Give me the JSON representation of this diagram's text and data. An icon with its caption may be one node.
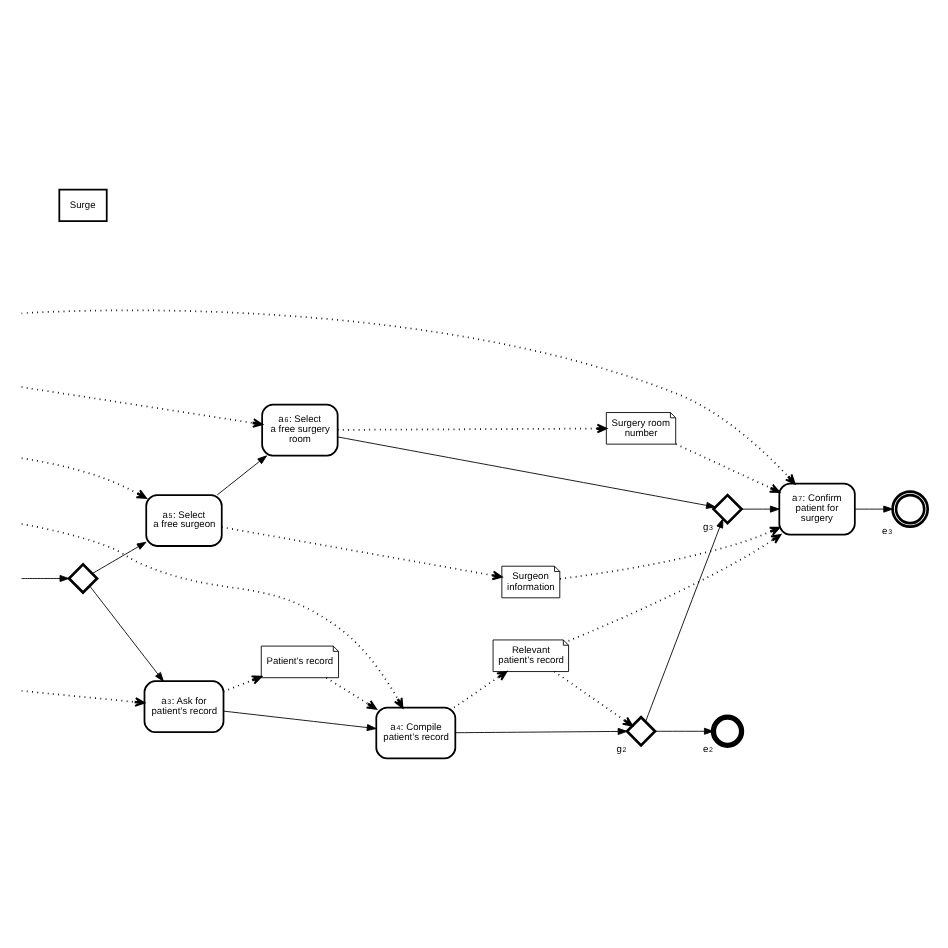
{
  "diagram": {
    "nodes": [
      {
        "text": [
          "Patient’s record"
        ]
      },
      {
        "text": [
          "Relevant patient’s record"
        ]
      },
      {
        "text": [
          "a$_{3}$: Ask for patient’s record"
        ]
      },
      {
        "text": [
          "a$_{4}$: Compile patient’s record"
        ]
      },
      {
        "text": [],
        "shape": "diamond"
      },
      {
        "text": [],
        "shape": "diamond",
        "beside": [
          "g$_{2}$"
        ]
      },
      {
        "text": [],
        "shape": "circle",
        "beside": [
          "e$_{2}$"
        ]
      },
      {
        "text": [],
        "shape": "diamond",
        "beside": [
          "g$_{3}$"
        ]
      },
      {
        "text": [
          "a$_{5}$: Select a free surgeon"
        ]
      },
      {
        "text": [
          "a$_{6}$: Select a free surgery room"
        ]
      },
      {
        "text": [
          "a$_{7}$: Confirm patient for surgery"
        ]
      },
      {
        "text": [],
        "shape": "circle",
        "beside": [
          "e$_{3}$"
        ]
      },
      {
        "text": [
          "Surgeon information"
        ]
      },
      {
        "text": [
          "Surgery room number"
        ]
      },
      {
        "text": [
          "Surge"
        ]
      }
    ],
    "edges": [
      {
        "from": null,
        "to": 4,
        "arrow": "to"
      },
      {
        "from": 4,
        "to": 2,
        "arrow": "to"
      },
      {
        "from": 4,
        "to": 8,
        "arrow": "to"
      },
      {
        "from": 2,
        "to": 3,
        "arrow": "to"
      },
      {
        "from": 3,
        "to": 5,
        "arrow": "to"
      },
      {
        "from": 5,
        "to": 6,
        "arrow": "to"
      },
      {
        "from": 5,
        "to": 7,
        "arrow": "to"
      },
      {
        "from": 8,
        "to": 9,
        "arrow": "to"
      },
      {
        "from": 9,
        "to": 7,
        "arrow": "to"
      },
      {
        "from": 7,
        "to": 10,
        "arrow": "to"
      },
      {
        "from": 10,
        "to": 11,
        "arrow": "to"
      },
      {
        "from": null,
        "to": 2,
        "arrow": "to",
        "style": "dashed"
      },
      {
        "from": 2,
        "to": 0,
        "arrow": "to",
        "style": "dashed"
      },
      {
        "from": 0,
        "to": 3,
        "arrow": "to",
        "style": "dashed"
      },
      {
        "from": null,
        "to": 3,
        "arrow": "to",
        "style": "dashed"
      },
      {
        "from": 3,
        "to": 1,
        "arrow": "to",
        "style": "dashed"
      },
      {
        "from": 1,
        "to": 5,
        "arrow": "to",
        "style": "dashed"
      },
      {
        "from": 1,
        "to": 10,
        "arrow": "to",
        "style": "dashed"
      },
      {
        "from": null,
        "to": 8,
        "arrow": "to",
        "style": "dashed"
      },
      {
        "from": 8,
        "to": 12,
        "arrow": "to",
        "style": "dashed"
      },
      {
        "from": null,
        "to": 9,
        "arrow": "to",
        "style": "dashed"
      },
      {
        "from": 9,
        "to": 13,
        "arrow": "to",
        "style": "dashed"
      },
      {
        "from": 13,
        "to": 10,
        "arrow": "to",
        "style": "dashed"
      },
      {
        "from": 12,
        "to": 10,
        "arrow": "to",
        "style": "dashed"
      },
      {
        "from": null,
        "to": 10,
        "arrow": "to",
        "style": "dashed"
      }
    ]
  }
}
